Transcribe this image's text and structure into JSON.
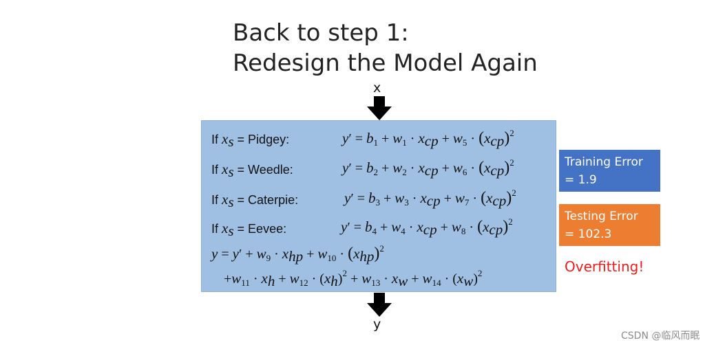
{
  "title": {
    "line1": "Back to step 1:",
    "line2": "Redesign the Model Again"
  },
  "input_label": "x",
  "output_label": "y",
  "model": {
    "rows": [
      {
        "label": "Pidgey:",
        "b": "1",
        "w_a": "1",
        "w_b": "5"
      },
      {
        "label": "Weedle:",
        "b": "2",
        "w_a": "2",
        "w_b": "6"
      },
      {
        "label": "Caterpie:",
        "b": "3",
        "w_a": "3",
        "w_b": "7"
      },
      {
        "label": "Eevee:",
        "b": "4",
        "w_a": "4",
        "w_b": "8"
      }
    ],
    "final_eq_line1_weights": [
      "9",
      "10"
    ],
    "final_eq_line2_weights": [
      "11",
      "12",
      "13",
      "14"
    ]
  },
  "training_error": {
    "line1": "Training Error",
    "line2": "= 1.9",
    "color": "#4472c4"
  },
  "testing_error": {
    "line1": "Testing Error",
    "line2": "= 102.3",
    "color": "#ed7d31"
  },
  "overfitting_label": "Overfitting!",
  "watermark": "CSDN @临风而眠",
  "colors": {
    "model_box": "#9fbfe3",
    "overfitting": "#ee1c1c"
  }
}
